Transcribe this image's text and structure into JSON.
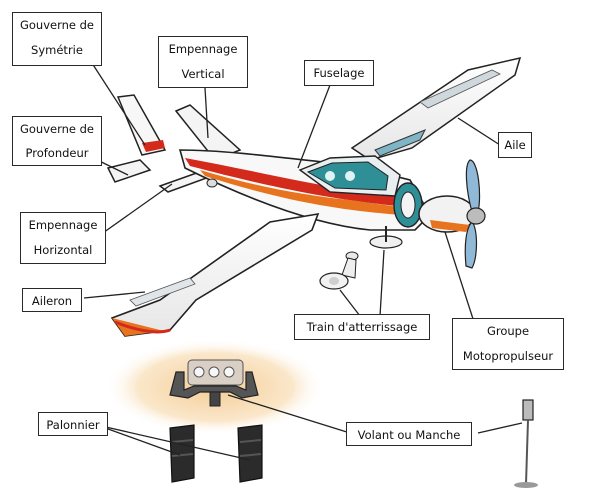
{
  "labels": {
    "gouverne_symetrie": [
      "Gouverne de",
      "Symétrie"
    ],
    "empennage_vertical": [
      "Empennage",
      "Vertical"
    ],
    "fuselage": "Fuselage",
    "aile": "Aile",
    "gouverne_profondeur": [
      "Gouverne de",
      "Profondeur"
    ],
    "empennage_horizontal": [
      "Empennage",
      "Horizontal"
    ],
    "aileron": "Aileron",
    "train_atterrissage": "Train d'atterrissage",
    "groupe_motopropulseur": [
      "Groupe",
      "Motopropulseur"
    ],
    "palonnier": "Palonnier",
    "volant_manche": "Volant ou Manche"
  },
  "colors": {
    "stripe_red": "#d42a1c",
    "stripe_orange": "#e8731f",
    "prop_blue": "#8fb9d6",
    "window_teal": "#2f8f96",
    "panel_glow": "#f3c88c",
    "outline": "#222222"
  }
}
